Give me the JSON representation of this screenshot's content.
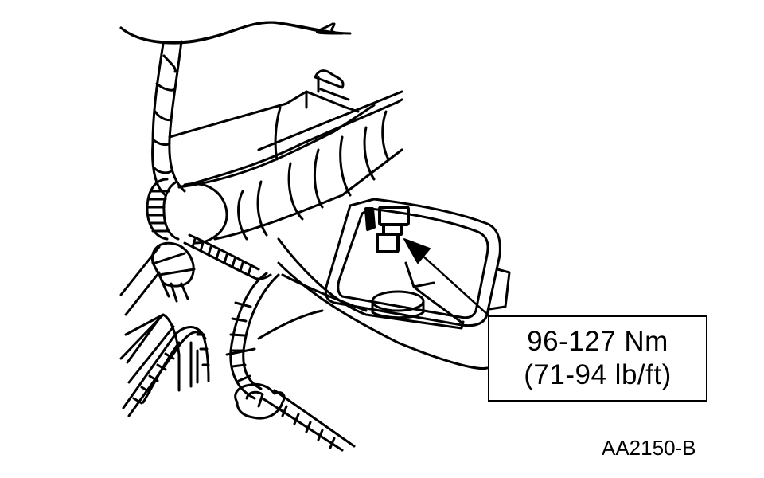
{
  "diagram": {
    "type": "service-manual-illustration",
    "subject": "transmission mount bolt with wiring harness",
    "callout": {
      "torque_metric": "96-127 Nm",
      "torque_imperial": "(71-94 lb/ft)",
      "arrow_target": "bolt"
    },
    "reference_code": "AA2150-B",
    "colors": {
      "line": "#000000",
      "background": "#ffffff"
    }
  }
}
